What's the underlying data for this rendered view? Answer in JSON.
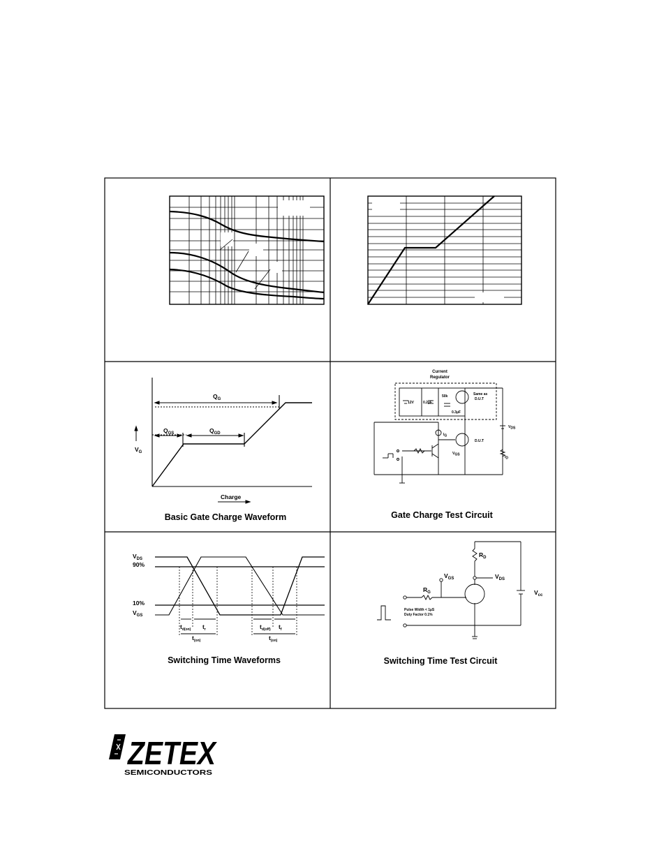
{
  "captions": {
    "gate_charge_waveform": "Basic Gate Charge Waveform",
    "gate_charge_circuit": "Gate Charge Test Circuit",
    "switching_waveforms": "Switching Time Waveforms",
    "switching_circuit": "Switching Time Test Circuit"
  },
  "gate_waveform": {
    "qg": "Q",
    "qg_sub": "G",
    "qgs": "Q",
    "qgs_sub": "GS",
    "qgd": "Q",
    "qgd_sub": "GD",
    "vg": "V",
    "vg_sub": "G",
    "charge": "Charge"
  },
  "gate_circuit": {
    "regulator_line1": "Current",
    "regulator_line2": "Regulator",
    "v12": "12V",
    "c1": "0.2µF",
    "r50k": "50k",
    "c2": "0.3µF",
    "same_line1": "Same as",
    "same_line2": "D.U.T",
    "dut": "D.U.T",
    "ig": "I",
    "ig_sub": "G",
    "id": "I",
    "id_sub": "D",
    "vds": "V",
    "vds_sub": "DS",
    "vgs": "V",
    "vgs_sub": "GS"
  },
  "switching_waveforms": {
    "vds": "V",
    "vds_sub": "DS",
    "p90": "90%",
    "p10": "10%",
    "vgs": "V",
    "vgs_sub": "GS",
    "td_on": "t",
    "td_on_sub": "d(on)",
    "tr": "t",
    "tr_sub": "r",
    "t_on": "t",
    "t_on_sub": "(on)",
    "td_off": "t",
    "td_off_sub": "d(off)",
    "tf": "t",
    "tf_sub": "f",
    "t_off": "t",
    "t_off_sub": "(on)"
  },
  "switching_circuit": {
    "rd": "R",
    "rd_sub": "D",
    "vgs": "V",
    "vgs_sub": "GS",
    "vds": "V",
    "vds_sub": "DS",
    "rg": "R",
    "rg_sub": "G",
    "vcc": "V",
    "vcc_sub": "cc",
    "pulse": "Pulse Width < 1µS",
    "duty": "Duty Factor   0.1%"
  },
  "logo": {
    "name": "ZETEX",
    "tagline": "SEMICONDUCTORS"
  }
}
